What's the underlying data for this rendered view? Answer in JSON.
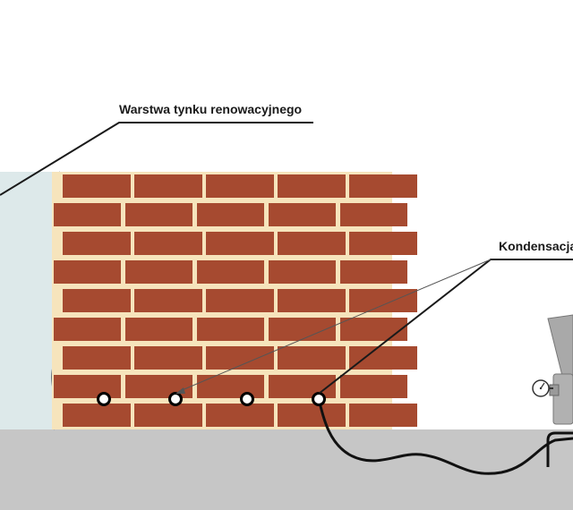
{
  "labels": {
    "plaster_layer": "Warstwa tynku renowacyjnego",
    "condensation": "Kondensacja"
  },
  "brick_wall": {
    "rows": 9,
    "offset_rows": [
      1,
      3,
      5,
      7
    ]
  },
  "injection_points": {
    "count": 4
  },
  "gauge": {
    "icon": "pressure-gauge-icon"
  },
  "colors": {
    "brick": "#a64a30",
    "mortar": "#f6e4bc",
    "plaster": "#dde9ea",
    "plaster_edge": "#3d4a56",
    "ground": "#c6c6c6",
    "machine": "#a9a9a9",
    "lines": "#1a1a1a"
  }
}
